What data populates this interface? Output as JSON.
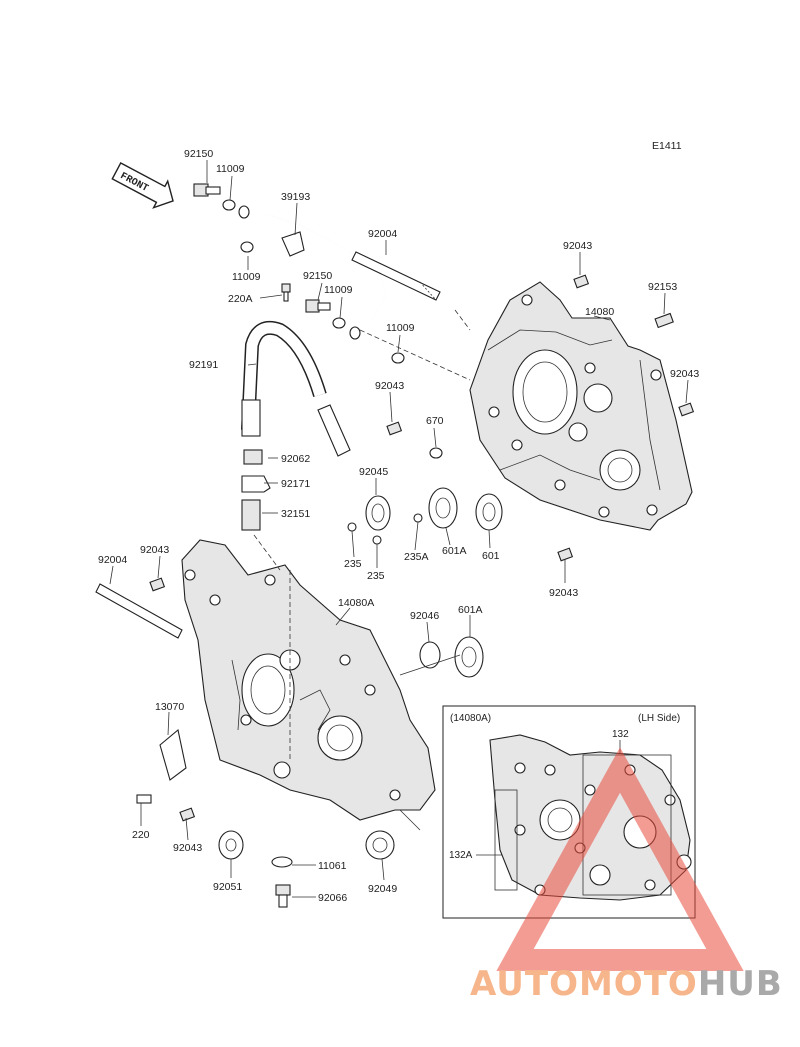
{
  "diagram_code": "E1411",
  "front_label": "FRONT",
  "inset": {
    "title": "(14080A)",
    "side": "(LH Side)",
    "callout_top": "132",
    "callout_left": "132A"
  },
  "watermark": {
    "part1": "AUTOMOTO",
    "part2": "HUB",
    "color1": "#f6b58a",
    "color2": "#a9a9a9",
    "triangle_color": "#e84a3c"
  },
  "parts": {
    "p92150a": "92150",
    "p11009a": "11009",
    "p39193": "39193",
    "p11009b": "11009",
    "p220A": "220A",
    "p92150b": "92150",
    "p11009c": "11009",
    "p92004a": "92004",
    "p11009d": "11009",
    "p92043a": "92043",
    "p14080": "14080",
    "p92153": "92153",
    "p92043b": "92043",
    "p92191": "92191",
    "p92043c": "92043",
    "p670": "670",
    "p92062": "92062",
    "p92045": "92045",
    "p92171": "92171",
    "p32151": "32151",
    "p235a": "235",
    "p235b": "235",
    "p235A": "235A",
    "p601A": "601A",
    "p601": "601",
    "p92043d": "92043",
    "p92004b": "92004",
    "p92043e": "92043",
    "p14080A": "14080A",
    "p92046": "92046",
    "p601Ab": "601A",
    "p13070": "13070",
    "p220": "220",
    "p92043f": "92043",
    "p11061": "11061",
    "p92051": "92051",
    "p92066": "92066",
    "p92049": "92049"
  }
}
